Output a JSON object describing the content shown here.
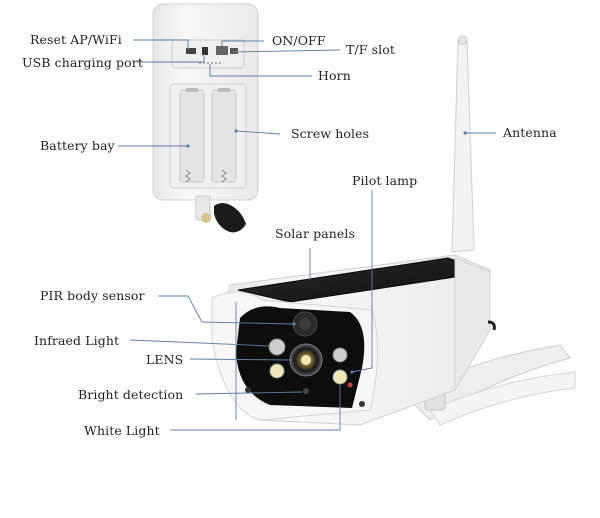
{
  "labels": {
    "reset": "Reset AP/WiFi",
    "usb": "USB charging port",
    "battery": "Battery bay",
    "onoff": "ON/OFF",
    "tf": "T/F slot",
    "horn": "Horn",
    "screw": "Screw holes",
    "antenna": "Antenna",
    "pilot": "Pilot lamp",
    "solar": "Solar panels",
    "pir": "PIR body sensor",
    "infrared": "Infraed Light",
    "lens": "LENS",
    "bright": "Bright detection",
    "white": "White Light"
  },
  "colors": {
    "leader_line": "#5b7fa8",
    "device_body": "#f4f4f4",
    "solar_panel": "#1c1c1c",
    "face": "#0d0d0d"
  }
}
